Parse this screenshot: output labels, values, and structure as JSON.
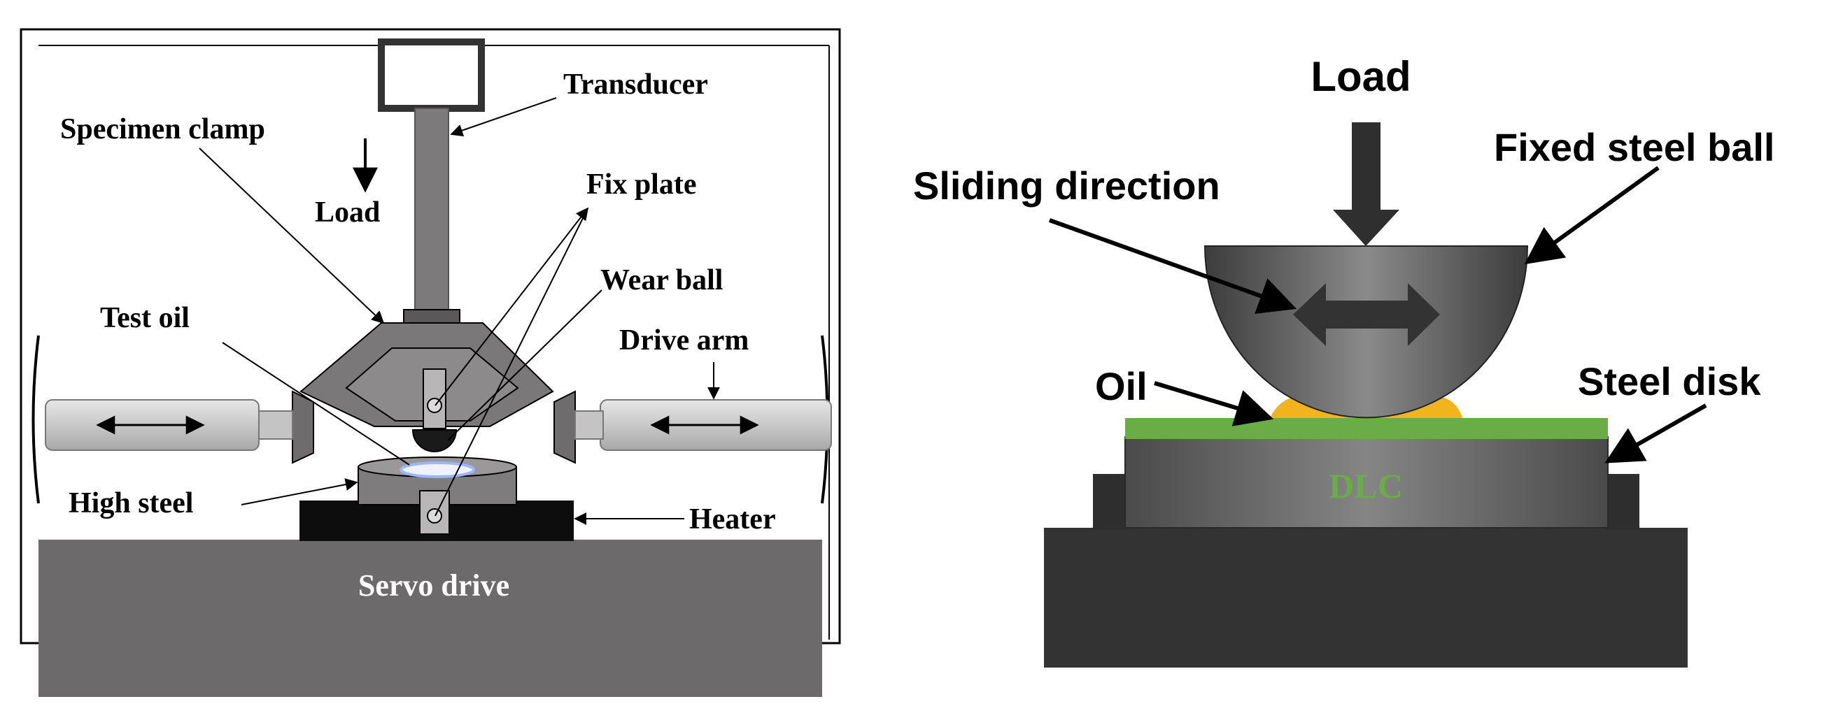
{
  "left_panel": {
    "labels": {
      "transducer": "Transducer",
      "specimen_clamp": "Specimen clamp",
      "load": "Load",
      "fix_plate": "Fix plate",
      "wear_ball": "Wear ball",
      "test_oil": "Test oil",
      "drive_arm": "Drive arm",
      "high_steel": "High steel",
      "heater": "Heater",
      "servo_drive": "Servo drive"
    }
  },
  "right_panel": {
    "labels": {
      "load": "Load",
      "sliding_direction": "Sliding direction",
      "fixed_steel_ball": "Fixed steel ball",
      "oil": "Oil",
      "steel_disk": "Steel disk",
      "dlc": "DLC"
    },
    "colors": {
      "dlc_layer": "#6aac45",
      "oil": "#f2b41c",
      "dlc_text": "#6aac45"
    }
  }
}
